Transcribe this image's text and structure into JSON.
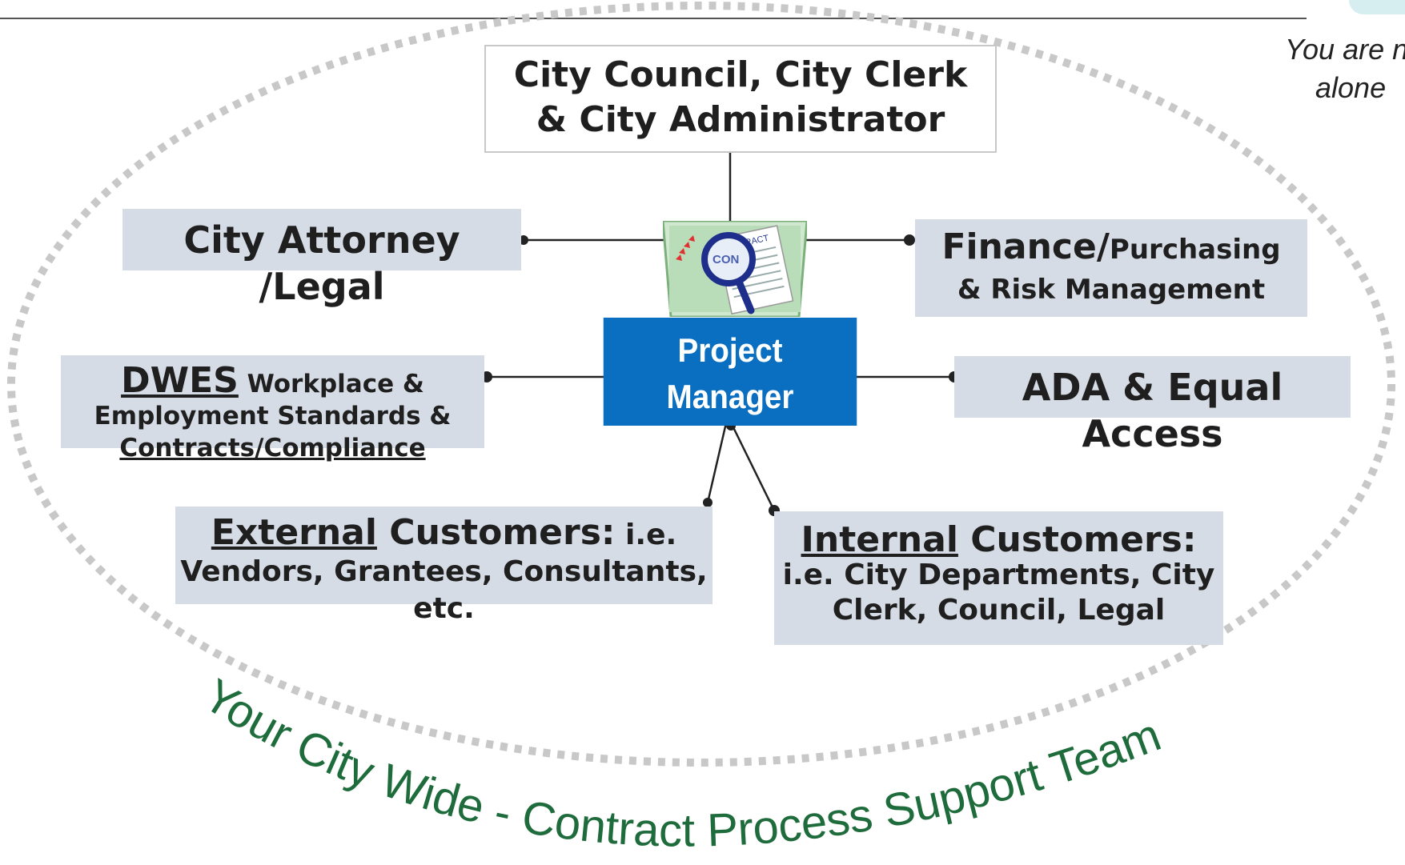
{
  "side_note": [
    "You are n",
    "alone"
  ],
  "boxes": {
    "council": [
      "City Council, City Clerk",
      "& City Administrator"
    ],
    "attorney": [
      "City Attorney",
      "/Legal"
    ],
    "finance": {
      "main": "Finance/",
      "sub1": "Purchasing",
      "sub2": "& Risk Management"
    },
    "dwes": {
      "big": "DWES",
      "line1_rest": " Workplace &",
      "line2": "Employment Standards &",
      "line3": "Contracts/Compliance"
    },
    "ada": [
      "ADA & Equal",
      "Access"
    ],
    "external": {
      "ul": "External",
      "rest": " Customers:",
      "small": " i.e.",
      "line2": "Vendors, Grantees, Consultants,",
      "line3": "etc."
    },
    "internal": {
      "ul": "Internal",
      "rest": " Customers:",
      "line2": "i.e. City Departments, City",
      "line3": "Clerk,  Council, Legal"
    }
  },
  "project_manager": [
    "Project",
    "Manager"
  ],
  "contract_icon": {
    "text1": "CON",
    "text2": "TRACT"
  },
  "footer": "Your City Wide - Contract Process Support Team",
  "colors": {
    "pm_blue": "#0b6fc1",
    "box_gray": "#d6dce5",
    "footer_green": "#1e6b3b",
    "dotted": "#c8c8c8"
  }
}
